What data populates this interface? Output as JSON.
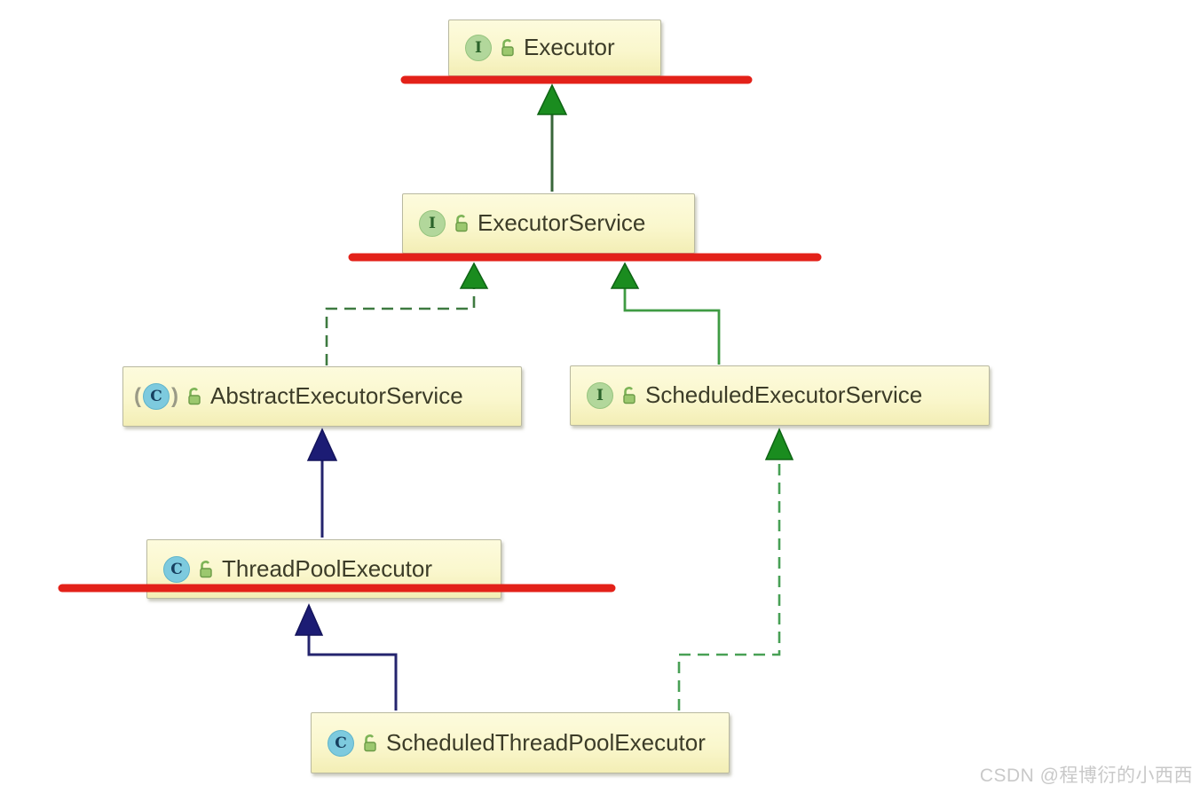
{
  "watermark": {
    "text": "CSDN @程博衍的小西西",
    "color": "#c9c9c9"
  },
  "icons": {
    "abstract_paren_left": "(",
    "abstract_paren_right": ")",
    "interface_letter": "I",
    "class_letter": "C"
  },
  "colors": {
    "background": "#ffffff",
    "node_fill_top": "#fdfbdd",
    "node_fill_bottom": "#f3eeb5",
    "node_border": "#b9b9a0",
    "node_text": "#3c3c28",
    "interface_icon": "#b2d79b",
    "class_icon": "#7dcade",
    "unlock_icon_green": "#7db457",
    "green_line": "#3e8e41",
    "navy_line": "#1e1e7a",
    "green_arrow_fill": "#1a8c1f",
    "navy_arrow_fill": "#1c1c74",
    "red_annotation": "#e32119"
  },
  "nodes": [
    {
      "id": "executor",
      "label": "Executor",
      "stereotype": "interface",
      "icon_letter": "I"
    },
    {
      "id": "executor-service",
      "label": "ExecutorService",
      "stereotype": "interface",
      "icon_letter": "I"
    },
    {
      "id": "abstract-executor-service",
      "label": "AbstractExecutorService",
      "stereotype": "abstract-class",
      "icon_letter": "C"
    },
    {
      "id": "scheduled-executor-service",
      "label": "ScheduledExecutorService",
      "stereotype": "interface",
      "icon_letter": "I"
    },
    {
      "id": "thread-pool-executor",
      "label": "ThreadPoolExecutor",
      "stereotype": "class",
      "icon_letter": "C"
    },
    {
      "id": "scheduled-thread-pool-executor",
      "label": "ScheduledThreadPoolExecutor",
      "stereotype": "class",
      "icon_letter": "C"
    }
  ],
  "edges": [
    {
      "from": "ExecutorService",
      "to": "Executor",
      "relationship": "extends",
      "line": "solid-green"
    },
    {
      "from": "AbstractExecutorService",
      "to": "ExecutorService",
      "relationship": "implements",
      "line": "dashed-green"
    },
    {
      "from": "ScheduledExecutorService",
      "to": "ExecutorService",
      "relationship": "extends",
      "line": "solid-green"
    },
    {
      "from": "ThreadPoolExecutor",
      "to": "AbstractExecutorService",
      "relationship": "extends",
      "line": "solid-navy"
    },
    {
      "from": "ScheduledThreadPoolExecutor",
      "to": "ThreadPoolExecutor",
      "relationship": "extends",
      "line": "solid-navy"
    },
    {
      "from": "ScheduledThreadPoolExecutor",
      "to": "ScheduledExecutorService",
      "relationship": "implements",
      "line": "dashed-green"
    }
  ],
  "red_underlines": [
    "Executor",
    "ExecutorService",
    "ThreadPoolExecutor"
  ]
}
